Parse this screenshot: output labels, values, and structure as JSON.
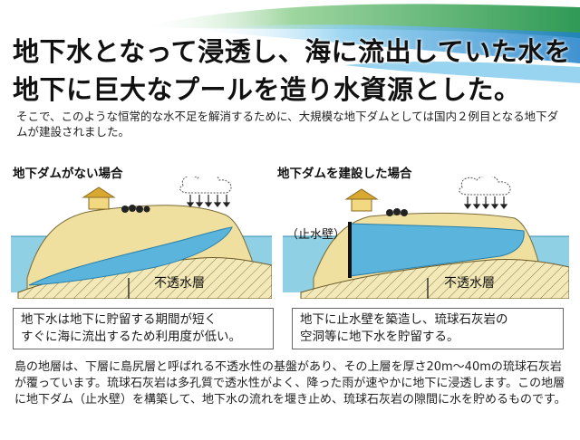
{
  "headline": {
    "line1": "地下水となって浸透し、海に流出していた水を",
    "line2": "地下に巨大なプールを造り水資源とした。"
  },
  "intro": "そこで、このような恒常的な水不足を解消するために、大規模な地下ダムとしては国内２例目となる地下ダムが建設されました。",
  "panels": [
    {
      "title": "地下ダムがない場合",
      "impermeable_label": "不透水層",
      "callout": [
        "地下水は地下に貯留する期間が短く",
        "すぐに海に流出するため利用度が低い。"
      ]
    },
    {
      "title": "地下ダムを建設した場合",
      "wall_label": "（止水壁）",
      "impermeable_label": "不透水層",
      "callout": [
        "地下に止水壁を築造し、琉球石灰岩の",
        "空洞等に地下水を貯留する。"
      ]
    }
  ],
  "bottom_text": "島の地層は、下層に島尻層と呼ばれる不透水性の基盤があり、その上層を厚さ20m～40mの琉球石灰岩が覆っています。琉球石灰岩は多孔質で透水性がよく、降った雨が速やかに地下に浸透します。この地層に地下ダム（止水壁）を構築して、地下水の流れを堰き止め、琉球石灰岩の隙間に水を貯めるものです。",
  "colors": {
    "sea": "#8fd0e4",
    "groundwater": "#5ab4dc",
    "limestone": "#efe0a0",
    "impermeable": "#f3e9b8",
    "house_roof": "#d8a830",
    "wave_green": "#2f9a55",
    "wave_blue": "#2a8fd0"
  }
}
